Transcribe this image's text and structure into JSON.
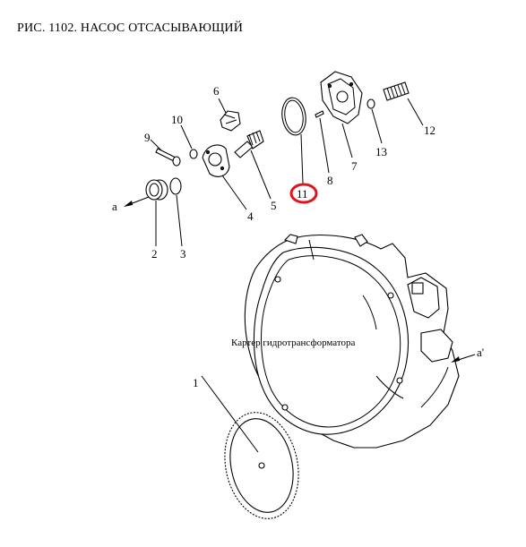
{
  "title": "РИС. 1102. НАСОС ОТСАСЫВАЮЩИЙ",
  "housing_label": "Картер гидротрансформатора",
  "arrow_labels": {
    "left": "a",
    "right": "a'"
  },
  "highlight_color": "#e0141e",
  "callouts": [
    {
      "id": "1",
      "text": "1"
    },
    {
      "id": "2",
      "text": "2"
    },
    {
      "id": "3",
      "text": "3"
    },
    {
      "id": "4",
      "text": "4"
    },
    {
      "id": "5",
      "text": "5"
    },
    {
      "id": "6",
      "text": "6"
    },
    {
      "id": "7",
      "text": "7"
    },
    {
      "id": "8",
      "text": "8"
    },
    {
      "id": "9",
      "text": "9"
    },
    {
      "id": "10",
      "text": "10"
    },
    {
      "id": "11",
      "text": "11",
      "highlighted": true
    },
    {
      "id": "12",
      "text": "12"
    },
    {
      "id": "13",
      "text": "13"
    }
  ]
}
